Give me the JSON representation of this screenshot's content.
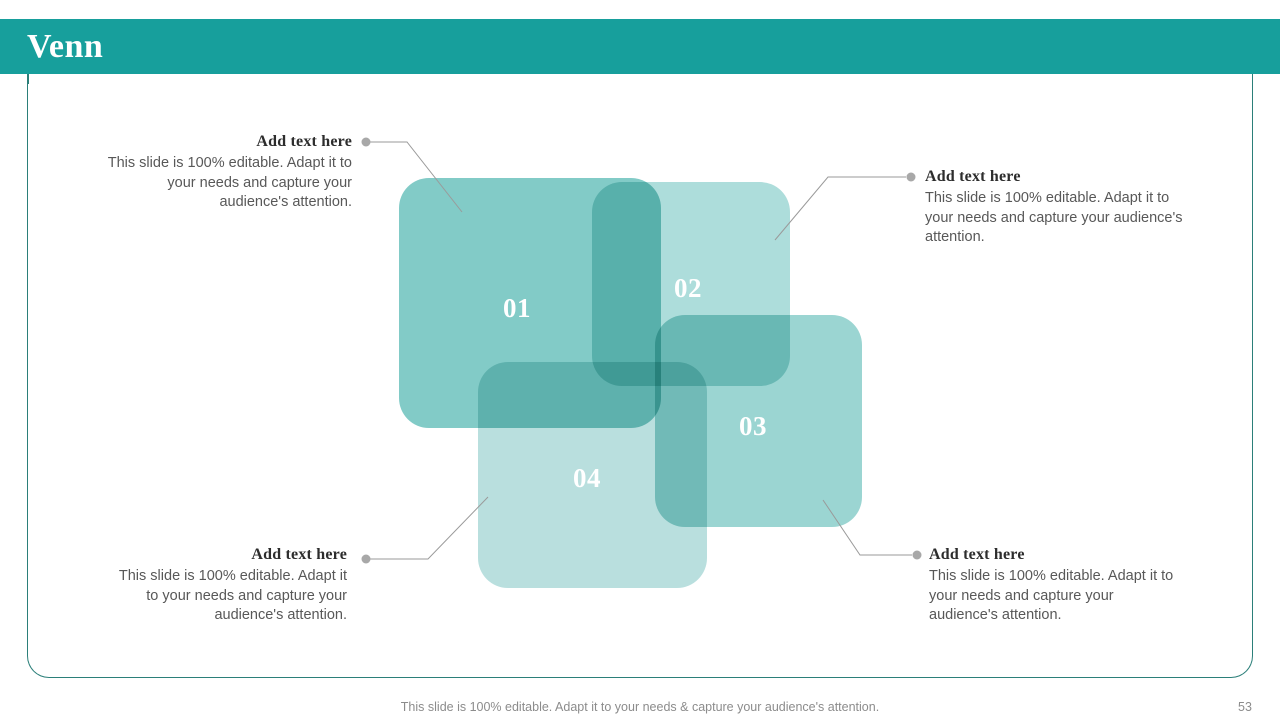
{
  "header": {
    "title": "Venn",
    "bar_color": "#179f9c",
    "title_color": "#ffffff"
  },
  "frame": {
    "border_color": "#2b7f79"
  },
  "venn": {
    "shapes": [
      {
        "id": "01",
        "label": "01",
        "color": "#7bc8c4",
        "opacity": 0.95
      },
      {
        "id": "02",
        "label": "02",
        "color": "#a9dbd9",
        "opacity": 0.95
      },
      {
        "id": "03",
        "label": "03",
        "color": "#96d3d0",
        "opacity": 0.95
      },
      {
        "id": "04",
        "label": "04",
        "color": "#b5dedd",
        "opacity": 0.95
      }
    ],
    "number_color": "#ffffff"
  },
  "callouts": [
    {
      "position": "top-left",
      "heading": "Add text here",
      "body": "This slide is 100% editable. Adapt it to your needs and capture your audience's attention."
    },
    {
      "position": "top-right",
      "heading": "Add text here",
      "body": "This slide is 100% editable. Adapt it to your needs and capture your audience's attention."
    },
    {
      "position": "bottom-left",
      "heading": "Add text here",
      "body": "This slide is 100% editable. Adapt it to your needs and capture your audience's attention."
    },
    {
      "position": "bottom-right",
      "heading": "Add text here",
      "body": "This slide is 100% editable. Adapt it to your needs and capture your audience's attention."
    }
  ],
  "connector": {
    "line_color": "#9a9a9a",
    "dot_color": "#a8a8a8"
  },
  "footer": {
    "note": "This slide is 100% editable. Adapt it to your needs & capture your audience's attention.",
    "page_number": "53",
    "text_color": "#8c8c8c"
  }
}
